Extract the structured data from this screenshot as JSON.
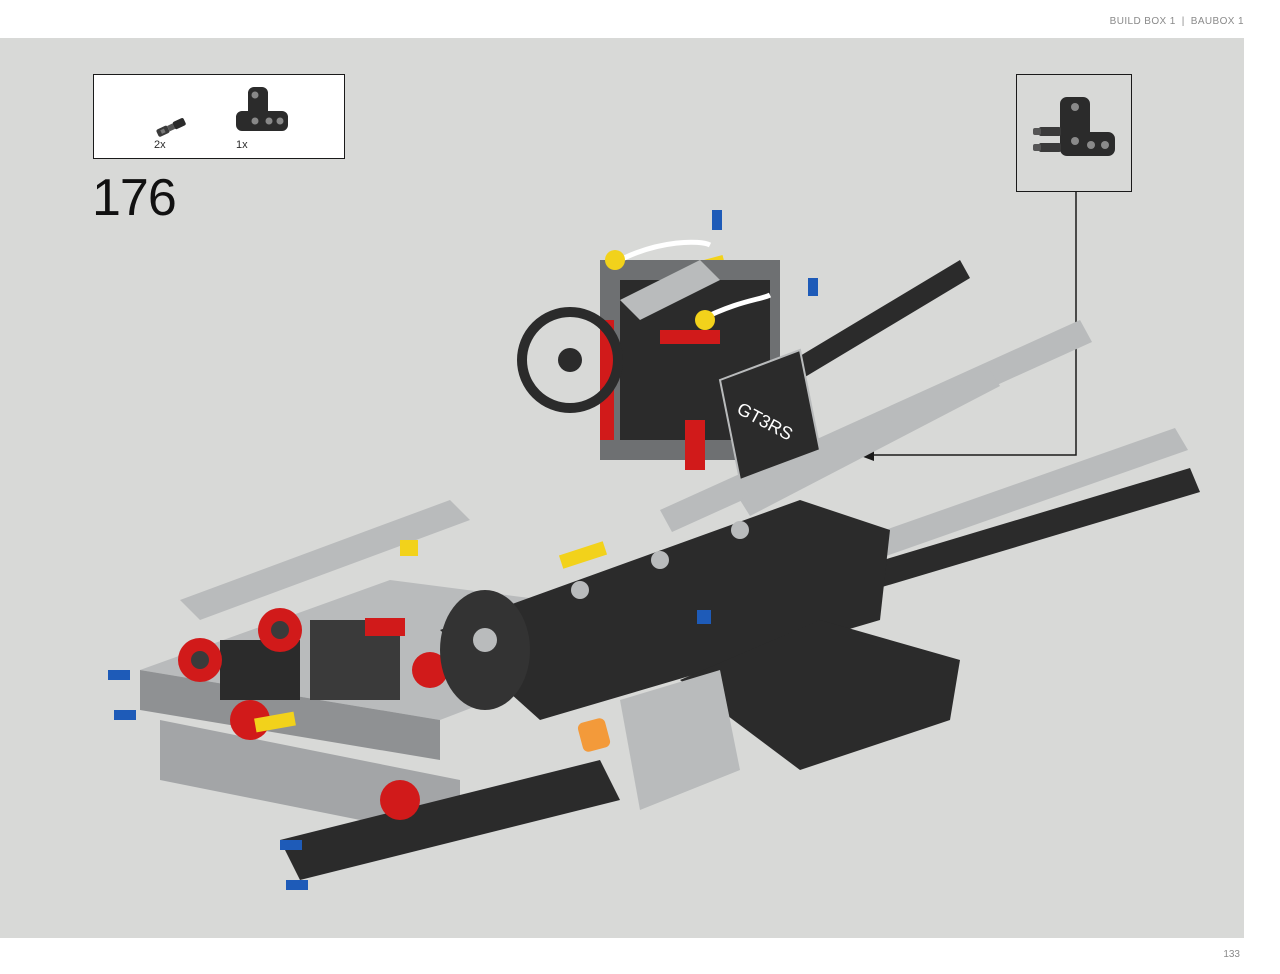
{
  "header": {
    "build_box_en": "BUILD BOX 1",
    "separator": "|",
    "build_box_de": "BAUBOX 1"
  },
  "parts_list": {
    "items": [
      {
        "icon": "pin-with-bushing-icon",
        "quantity": "2x"
      },
      {
        "icon": "l-shaped-liftarm-icon",
        "quantity": "1x"
      }
    ]
  },
  "step": {
    "number": "176"
  },
  "callout": {
    "icon": "l-shaped-liftarm-with-pins-icon"
  },
  "model": {
    "badge_text": "GT3RS"
  },
  "footer": {
    "page_number": "133"
  },
  "colors": {
    "panel_background": "#d8d9d7",
    "brick_black": "#2b2b2b",
    "brick_light_gray": "#b9bbbc",
    "brick_red": "#d11a1a",
    "brick_yellow": "#f2d21b",
    "brick_orange": "#f39a3a",
    "brick_blue": "#1e5bb8"
  }
}
